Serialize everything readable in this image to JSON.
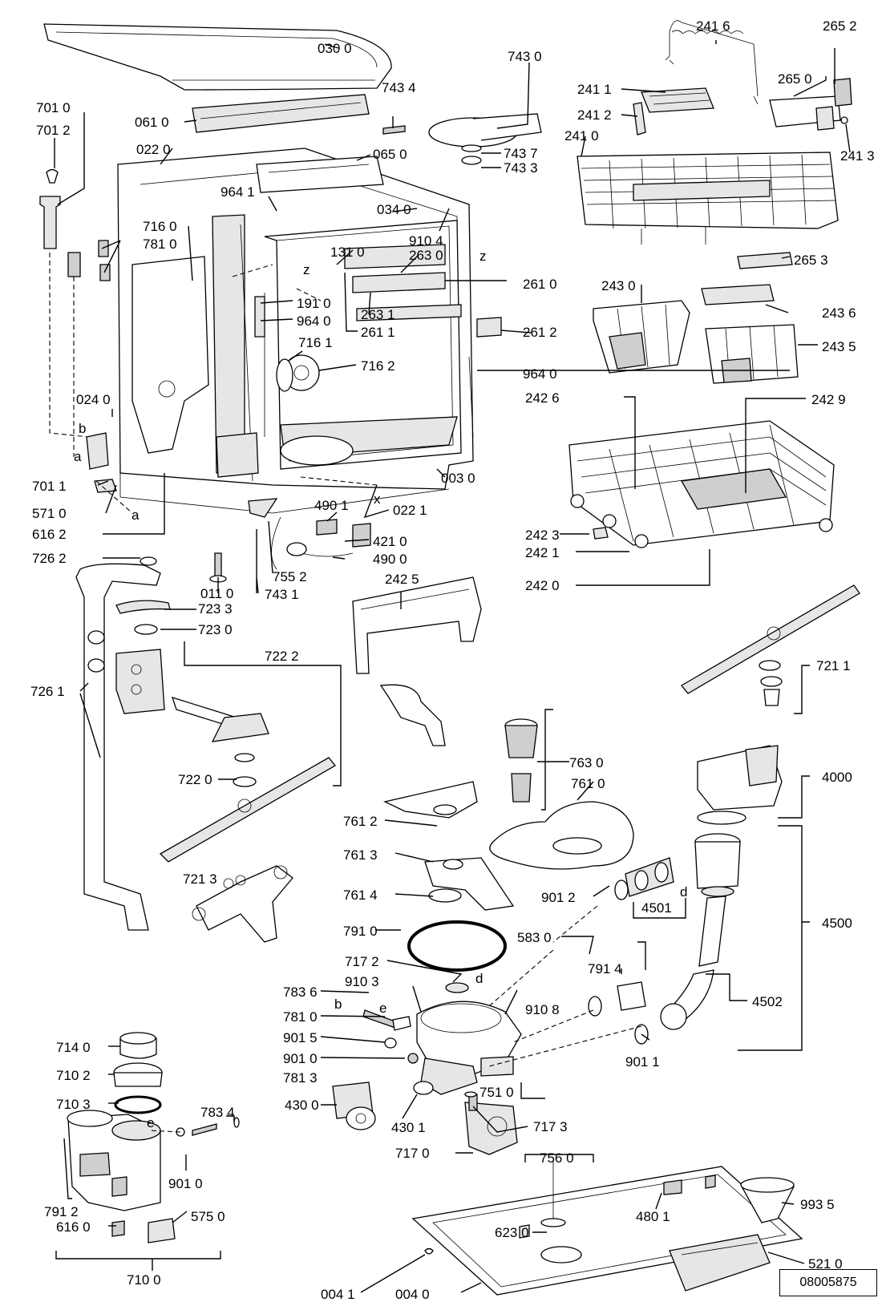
{
  "diagram_code": "08005875",
  "labels": {
    "l0300": "030 0",
    "l0610": "061 0",
    "l0220": "022 0",
    "l0650": "065 0",
    "l7434": "743 4",
    "l7430": "743 0",
    "l7437": "743 7",
    "l7433": "743 3",
    "l2416": "241 6",
    "l2652": "265 2",
    "l2650": "265 0",
    "l2411": "241 1",
    "l2412": "241 2",
    "l2410": "241 0",
    "l2413": "241 3",
    "l7010": "701 0",
    "l7012": "701 2",
    "l9641a": "964 1",
    "l0340": "034 0",
    "l9104": "910 4",
    "l7160": "716 0",
    "l7810a": "781 0",
    "l1310": "131 0",
    "l2630": "263 0",
    "l2610": "261 0",
    "l2653": "265 3",
    "l1910": "191 0",
    "l9640a": "964 0",
    "l2631": "263 1",
    "l2611": "261 1",
    "l2612": "261 2",
    "l2430": "243 0",
    "l2436": "243 6",
    "l2435": "243 5",
    "l7161": "716 1",
    "l7162": "716 2",
    "l9640b": "964 0",
    "l2426": "242 6",
    "l2429": "242 9",
    "l0240": "024 0",
    "l7011": "701 1",
    "l0030": "003 0",
    "l5710": "571 0",
    "l0221": "022 1",
    "l6162": "616 2",
    "l4901": "490 1",
    "l4210": "421 0",
    "l2423": "242 3",
    "l2421": "242 1",
    "l4900": "490 0",
    "l7262": "726 2",
    "l0110": "011 0",
    "l7552": "755 2",
    "l7431": "743 1",
    "l2420": "242 0",
    "l2425": "242 5",
    "l7233": "723 3",
    "l7230": "723 0",
    "l7222": "722 2",
    "l7211": "721 1",
    "l7261": "726 1",
    "l7630": "763 0",
    "l7610": "761 0",
    "l4000": "4000",
    "l7220": "722 0",
    "l7612": "761 2",
    "l7213": "721 3",
    "l7613": "761 3",
    "l9012": "901 2",
    "l4501": "4501",
    "l7614": "761 4",
    "l4500": "4500",
    "l7910": "791 0",
    "l5830": "583 0",
    "l7172": "717 2",
    "l7914": "791 4",
    "l9103": "910 3",
    "l7836": "783 6",
    "l9108": "910 8",
    "l4502": "4502",
    "l7810b": "781 0",
    "l9015": "901 5",
    "l9010a": "901 0",
    "l7813": "781 3",
    "l9011": "901 1",
    "l7140": "714 0",
    "l7510": "751 0",
    "l7102": "710 2",
    "l7103": "710 3",
    "l7834": "783 4",
    "l4300": "430 0",
    "l4301": "430 1",
    "l7173": "717 3",
    "l7170": "717 0",
    "l7560": "756 0",
    "l9010b": "901 0",
    "l7912": "791 2",
    "l5750": "575 0",
    "l4801": "480 1",
    "l9935": "993 5",
    "l6160": "616 0",
    "l6230": "623 0",
    "l5210": "521 0",
    "l7100": "710 0",
    "l0041": "004 1",
    "l0040": "004 0"
  },
  "letters": {
    "a1": "a",
    "b1": "b",
    "a2": "a",
    "z1": "z",
    "z2": "z",
    "x1": "x",
    "b2": "b",
    "e1": "e",
    "d1": "d",
    "d2": "d",
    "e2": "e"
  }
}
